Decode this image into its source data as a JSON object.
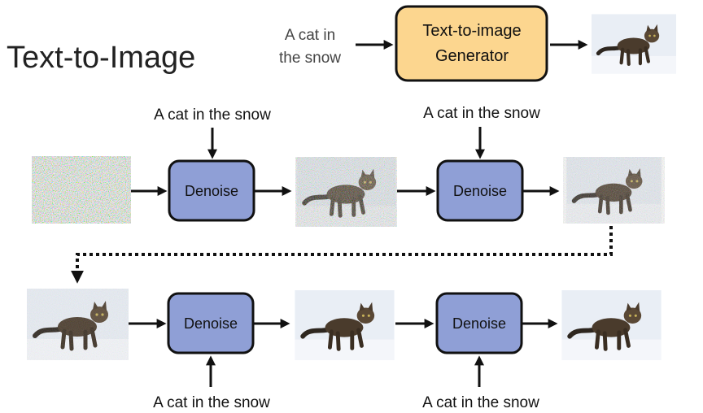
{
  "title": "Text-to-Image",
  "top": {
    "prompt_line1": "A cat in",
    "prompt_line2": "the snow",
    "generator_line1": "Text-to-image",
    "generator_line2": "Generator"
  },
  "row1": {
    "prompt_a": "A cat in the snow",
    "prompt_b": "A cat in the snow",
    "denoise_a": "Denoise",
    "denoise_b": "Denoise"
  },
  "row2": {
    "prompt_a": "A cat in the snow",
    "prompt_b": "A cat in the snow",
    "denoise_a": "Denoise",
    "denoise_b": "Denoise"
  },
  "colors": {
    "generator_fill": "#fcd68f",
    "denoise_fill": "#8f9fd6",
    "stroke": "#111111"
  }
}
